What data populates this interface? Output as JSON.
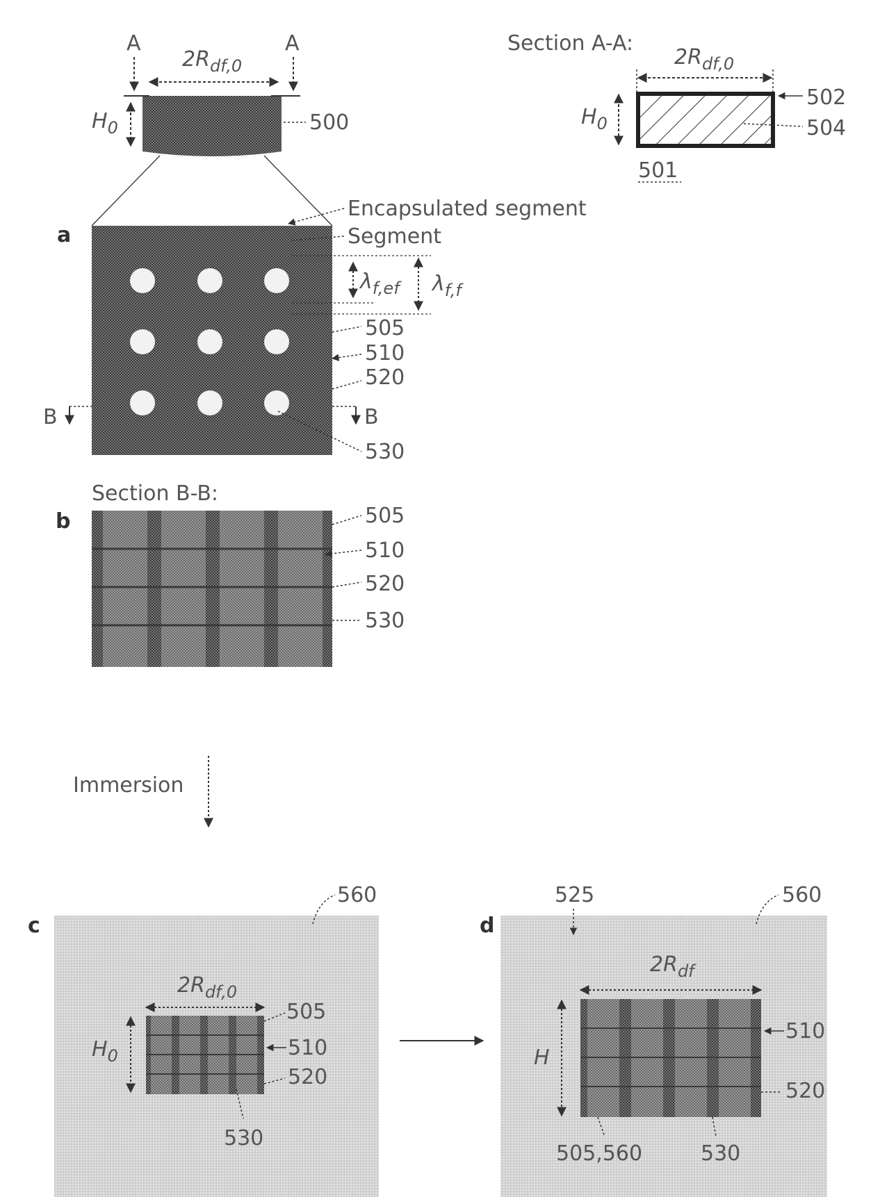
{
  "top": {
    "section_a_label": "A",
    "width_label": "2R",
    "width_sub": "df,0",
    "height_label": "H",
    "height_sub": "0",
    "part_500": "500"
  },
  "section_aa": {
    "title": "Section A-A:",
    "width_label": "2R",
    "width_sub": "df,0",
    "height_label": "H",
    "height_sub": "0",
    "outer_502": "502",
    "inner_504": "504",
    "ref_501": "501"
  },
  "panel_a": {
    "letter": "a",
    "encapsulated_segment": "Encapsulated segment",
    "segment": "Segment",
    "lambda_f_ef": "λ",
    "lambda_f_ef_sub": "f,ef",
    "lambda_ff": "λ",
    "lambda_ff_sub": "f,f",
    "labels": [
      "505",
      "510",
      "520",
      "530"
    ],
    "section_marker": "B"
  },
  "panel_b": {
    "letter": "b",
    "title": "Section B-B:",
    "labels": [
      "505",
      "510",
      "520",
      "530"
    ]
  },
  "immersion": "Immersion",
  "panel_c": {
    "letter": "c",
    "medium_560": "560",
    "width_label": "2R",
    "width_sub": "df,0",
    "height_label": "H",
    "height_sub": "0",
    "labels": [
      "505",
      "510",
      "520"
    ],
    "bottom_label": "530"
  },
  "panel_d": {
    "letter": "d",
    "label_525": "525",
    "medium_560": "560",
    "width_label": "2R",
    "width_sub": "df",
    "height_label": "H",
    "labels": [
      "510",
      "520"
    ],
    "bottom_left": "505,560",
    "bottom_right": "530"
  }
}
